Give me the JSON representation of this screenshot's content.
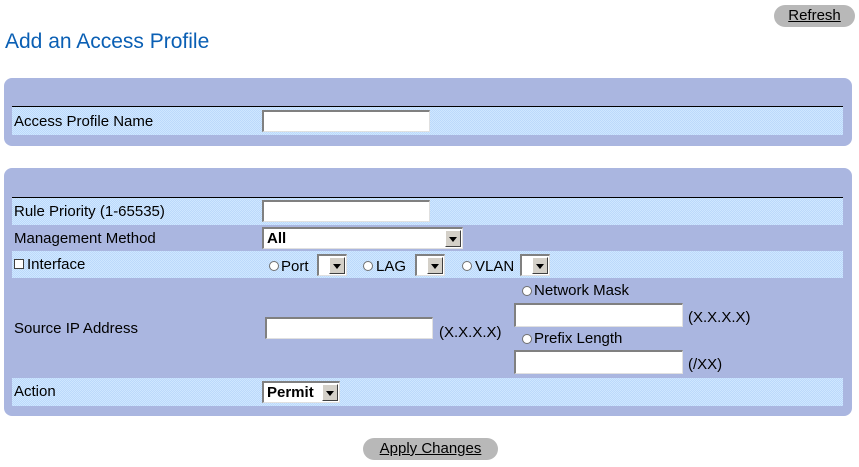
{
  "header": {
    "refresh_label": "Refresh",
    "title": "Add an Access Profile"
  },
  "profile": {
    "name_label": "Access Profile Name",
    "name_value": ""
  },
  "rule": {
    "priority_label": "Rule Priority (1-65535)",
    "priority_value": "",
    "method_label": "Management Method",
    "method_value": "All",
    "interface_label": "Interface",
    "interface_checked": false,
    "interface_options": {
      "port_label": "Port",
      "lag_label": "LAG",
      "vlan_label": "VLAN",
      "port_value": "",
      "lag_value": "",
      "vlan_value": ""
    },
    "source_ip_label": "Source IP Address",
    "source_ip_value": "",
    "ip_format": "(X.X.X.X)",
    "network_mask_label": "Network Mask",
    "network_mask_value": "",
    "mask_format": "(X.X.X.X)",
    "prefix_length_label": "Prefix Length",
    "prefix_length_value": "",
    "prefix_format": "(/XX)",
    "action_label": "Action",
    "action_value": "Permit"
  },
  "footer": {
    "apply_label": "Apply Changes"
  },
  "colors": {
    "title": "#0a5fb4",
    "panel": "#aab6e0",
    "row_light": "#cfe7ff",
    "button": "#b8b8b8"
  }
}
